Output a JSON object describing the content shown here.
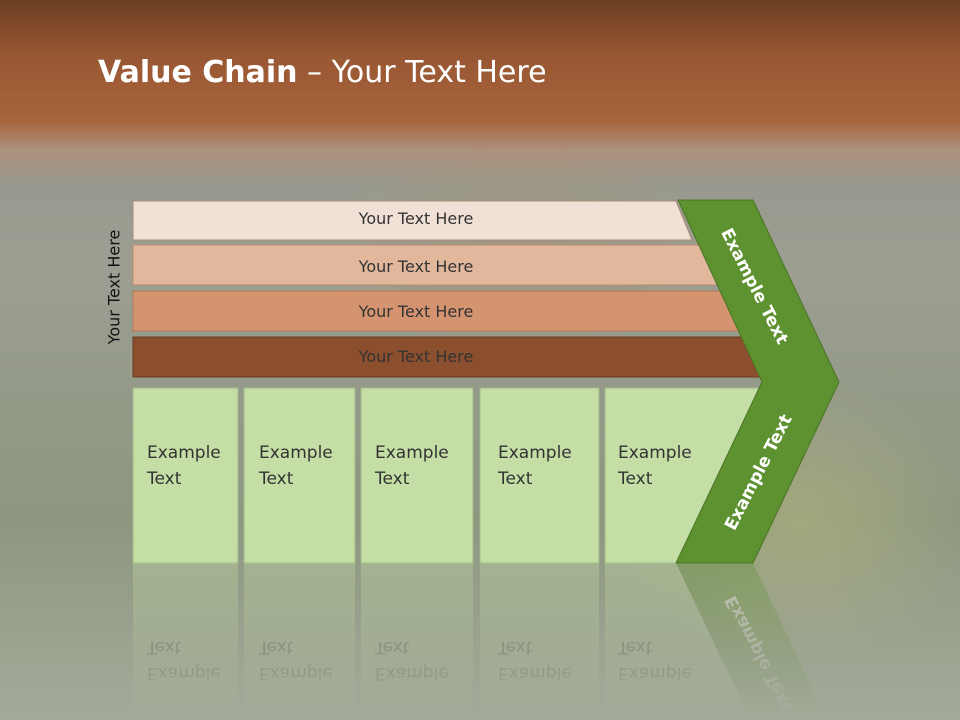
{
  "slide": {
    "title_bold": "Value Chain",
    "title_rest": " – Your Text Here",
    "side_label": "Your Text Here"
  },
  "bars": [
    {
      "label": "Your Text Here",
      "color": "#f1e0d5"
    },
    {
      "label": "Your Text Here",
      "color": "#e2b89c"
    },
    {
      "label": "Your Text Here",
      "color": "#d49470"
    },
    {
      "label": "Your Text Here",
      "color": "#8c4f2d"
    }
  ],
  "boxes": [
    {
      "line1": "Example",
      "line2": "Text"
    },
    {
      "line1": "Example",
      "line2": "Text"
    },
    {
      "line1": "Example",
      "line2": "Text"
    },
    {
      "line1": "Example",
      "line2": "Text"
    },
    {
      "line1": "Example",
      "line2": "Text"
    }
  ],
  "chevron": {
    "upper_label": "Example Text",
    "lower_label": "Example Text",
    "color": "#5e9130"
  },
  "colors": {
    "box_fill": "#c4dea5",
    "box_stroke": "#9fb88a"
  }
}
